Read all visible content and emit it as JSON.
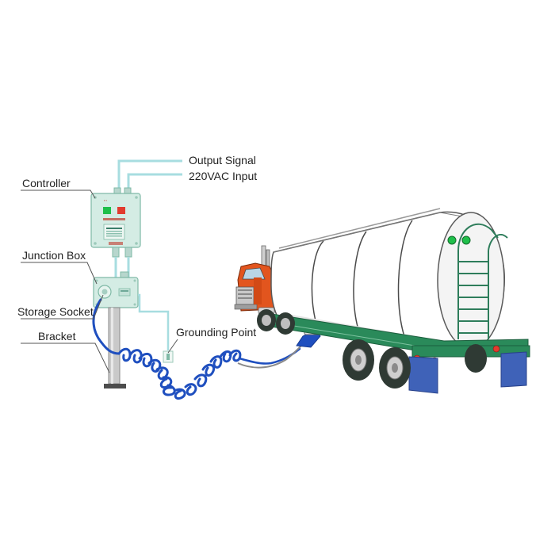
{
  "labels": {
    "output_signal": "Output Signal",
    "input_220vac": "220VAC  Input",
    "controller": "Controller",
    "junction_box": "Junction Box",
    "storage_socket": "Storage Socket",
    "bracket": "Bracket",
    "grounding_point": "Grounding Point"
  },
  "colors": {
    "box_fill": "#d4ece4",
    "box_stroke": "#7fb9a6",
    "wire": "#a7dde0",
    "coil_cable": "#1f4fbf",
    "truck_cab": "#e2551e",
    "tank_fill": "#ffffff",
    "tank_stroke": "#5a5a5a",
    "trailer_frame": "#2a8a5a",
    "mudflap": "#3f62b8",
    "tire": "#2f3a34",
    "ladder": "#2e7d5b",
    "status_green": "#1fbf4a",
    "status_red": "#e23b2e"
  }
}
